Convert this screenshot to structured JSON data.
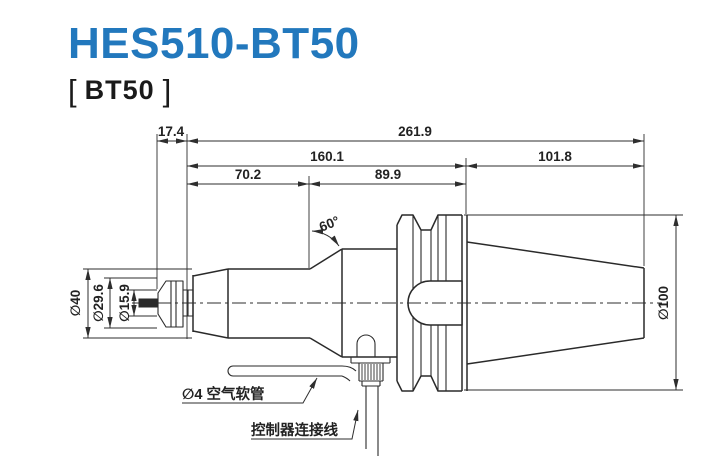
{
  "title": "HES510-BT50",
  "subtitle": {
    "open_bracket": "[",
    "text": "BT50",
    "close_bracket": "]"
  },
  "dimensions": {
    "nose_protrusion": "17.4",
    "overall_length": "261.9",
    "body_length": "160.1",
    "taper_length": "101.8",
    "front_length": "70.2",
    "mid_length": "89.9",
    "cone_angle": "60°",
    "spindle_diameter": "∅40",
    "nut_diameter": "∅29.6",
    "collet_diameter": "∅15.9",
    "flange_diameter": "∅100"
  },
  "callouts": {
    "air_hose": "∅4 空气软管",
    "controller_cable": "控制器连接线"
  },
  "colors": {
    "title_blue": "#2278bd",
    "line": "#2a2a2a",
    "background": "#ffffff"
  }
}
